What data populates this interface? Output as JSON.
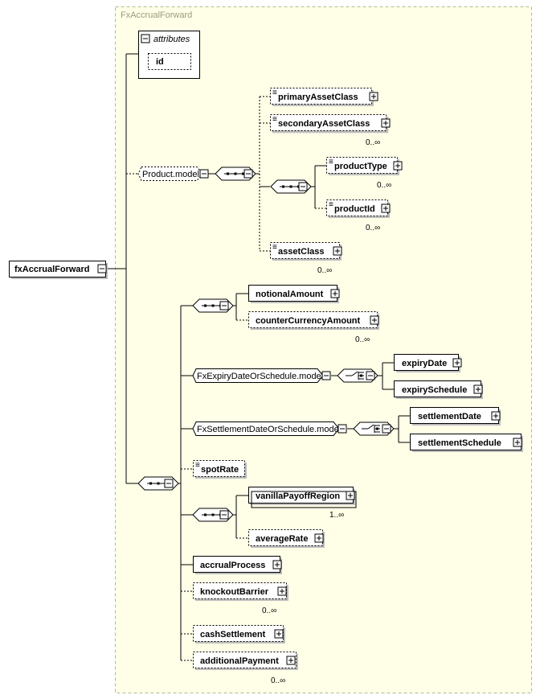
{
  "group": {
    "title": "FxAccrualForward"
  },
  "attributes": {
    "label": "attributes",
    "id": "id"
  },
  "root": {
    "label": "fxAccrualForward"
  },
  "product_model": {
    "label": "Product.model",
    "primaryAssetClass": "primaryAssetClass",
    "secondaryAssetClass": "secondaryAssetClass",
    "secondaryAssetClass_card": "0..∞",
    "productType": "productType",
    "productType_card": "0..∞",
    "productId": "productId",
    "productId_card": "0..∞",
    "assetClass": "assetClass",
    "assetClass_card": "0..∞"
  },
  "amounts": {
    "notionalAmount": "notionalAmount",
    "counterCurrencyAmount": "counterCurrencyAmount",
    "counterCurrencyAmount_card": "0..∞"
  },
  "expiry": {
    "label": "FxExpiryDateOrSchedule.model",
    "expiryDate": "expiryDate",
    "expirySchedule": "expirySchedule"
  },
  "settlement": {
    "label": "FxSettlementDateOrSchedule.model",
    "settlementDate": "settlementDate",
    "settlementSchedule": "settlementSchedule"
  },
  "spotRate": "spotRate",
  "payoff": {
    "vanillaPayoffRegion": "vanillaPayoffRegion",
    "vanillaPayoffRegion_card": "1..∞",
    "averageRate": "averageRate"
  },
  "accrualProcess": "accrualProcess",
  "knockoutBarrier": "knockoutBarrier",
  "knockoutBarrier_card": "0..∞",
  "cashSettlement": "cashSettlement",
  "additionalPayment": "additionalPayment",
  "additionalPayment_card": "0..∞",
  "colors": {
    "group_bg": "#ffffe8",
    "group_border": "#b8b890"
  }
}
